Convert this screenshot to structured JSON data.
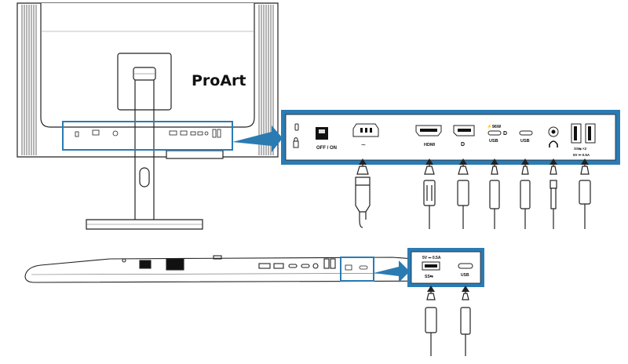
{
  "monitor": {
    "brand": "ProArt"
  },
  "rear_panel_callout": {
    "ports": [
      {
        "name": "kensington-lock",
        "label": ""
      },
      {
        "name": "power-switch",
        "label": "OFF / ON"
      },
      {
        "name": "ac-power-in",
        "label": "~"
      },
      {
        "name": "hdmi",
        "label": "HDMI"
      },
      {
        "name": "displayport",
        "label": "D"
      },
      {
        "name": "usb-c-96w",
        "label_top": "⚡96W",
        "label": "USB"
      },
      {
        "name": "usb-c",
        "label": "USB"
      },
      {
        "name": "earphone",
        "label": "🎧"
      },
      {
        "name": "usb-a-hub",
        "label_top": "SS⇆ ×2",
        "label": "5V ⎓ 0.5A"
      }
    ],
    "cables": [
      "power-cord",
      "hdmi-cable",
      "displayport-cable",
      "usb-c-cable",
      "usb-c-cable",
      "audio-cable",
      "usb-a-cable"
    ]
  },
  "side_panel_callout": {
    "ports": [
      {
        "name": "usb-a-side",
        "label_top": "5V ⎓ 0.5A",
        "label": "SS⇆"
      },
      {
        "name": "usb-c-side",
        "label": "USB"
      }
    ],
    "cables": [
      "usb-a-cable",
      "usb-c-cable"
    ]
  },
  "colors": {
    "callout_blue": "#2b7bb3",
    "panel_fill": "#e9f3fa",
    "line": "#222222"
  }
}
